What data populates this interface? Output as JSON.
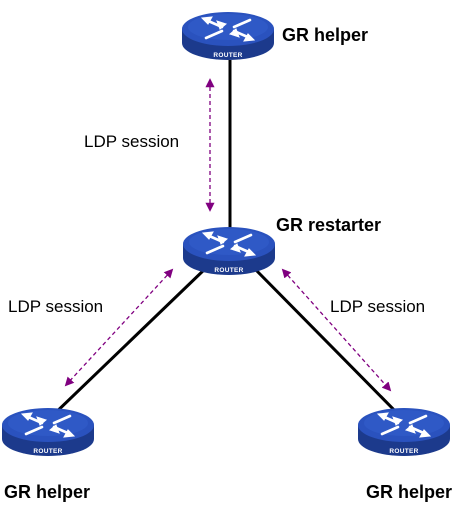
{
  "nodes": {
    "top": {
      "name": "GR helper",
      "device_label": "ROUTER",
      "icon": "router-icon"
    },
    "center": {
      "name": "GR restarter",
      "device_label": "ROUTER",
      "icon": "router-icon"
    },
    "bottom_left": {
      "name": "GR helper",
      "device_label": "ROUTER",
      "icon": "router-icon"
    },
    "bottom_right": {
      "name": "GR helper",
      "device_label": "ROUTER",
      "icon": "router-icon"
    }
  },
  "sessions": {
    "top_center": "LDP session",
    "center_left": "LDP session",
    "center_right": "LDP session"
  },
  "colors": {
    "router_body": "#2a52be",
    "router_side": "#1c3a8c",
    "link": "#000000",
    "session_arrow": "#800080"
  }
}
